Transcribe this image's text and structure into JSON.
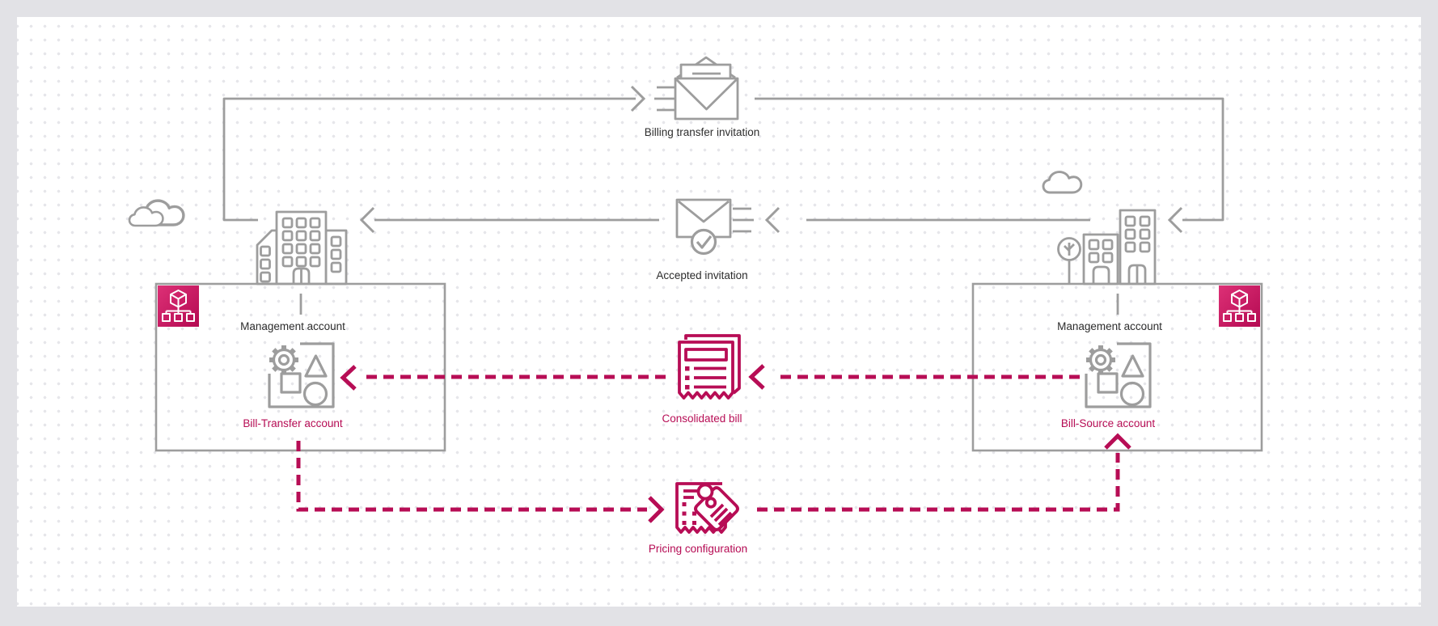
{
  "colors": {
    "page_bg": "#e2e2e6",
    "canvas_bg": "#ffffff",
    "dot_color": "#e6e6ea",
    "line_gray": "#9d9d9d",
    "text_dark": "#2d2d2d",
    "accent": "#b70d55",
    "org_badge_gradient_start": "#dd3076",
    "org_badge_gradient_end": "#b40a52"
  },
  "flows": {
    "billing_invitation": {
      "label": "Billing transfer invitation",
      "icon": "open-envelope-icon"
    },
    "accepted_invitation": {
      "label": "Accepted invitation",
      "icon": "envelope-check-icon"
    },
    "consolidated_bill": {
      "label": "Consolidated bill",
      "icon": "consolidated-bill-icon"
    },
    "pricing_configuration": {
      "label": "Pricing configuration",
      "icon": "pricing-tag-icon"
    }
  },
  "groups": {
    "left": {
      "management_label": "Management account",
      "member_label": "Bill-Transfer account",
      "badge_icon": "aws-organizations-icon",
      "building_icon": "city-buildings-icon",
      "resources_icon": "account-resources-icon"
    },
    "right": {
      "management_label": "Management account",
      "member_label": "Bill-Source account",
      "badge_icon": "aws-organizations-icon",
      "building_icon": "city-buildings-tree-icon",
      "resources_icon": "account-resources-icon"
    }
  },
  "decorations": {
    "cloud_icon": "cloud-icon"
  }
}
